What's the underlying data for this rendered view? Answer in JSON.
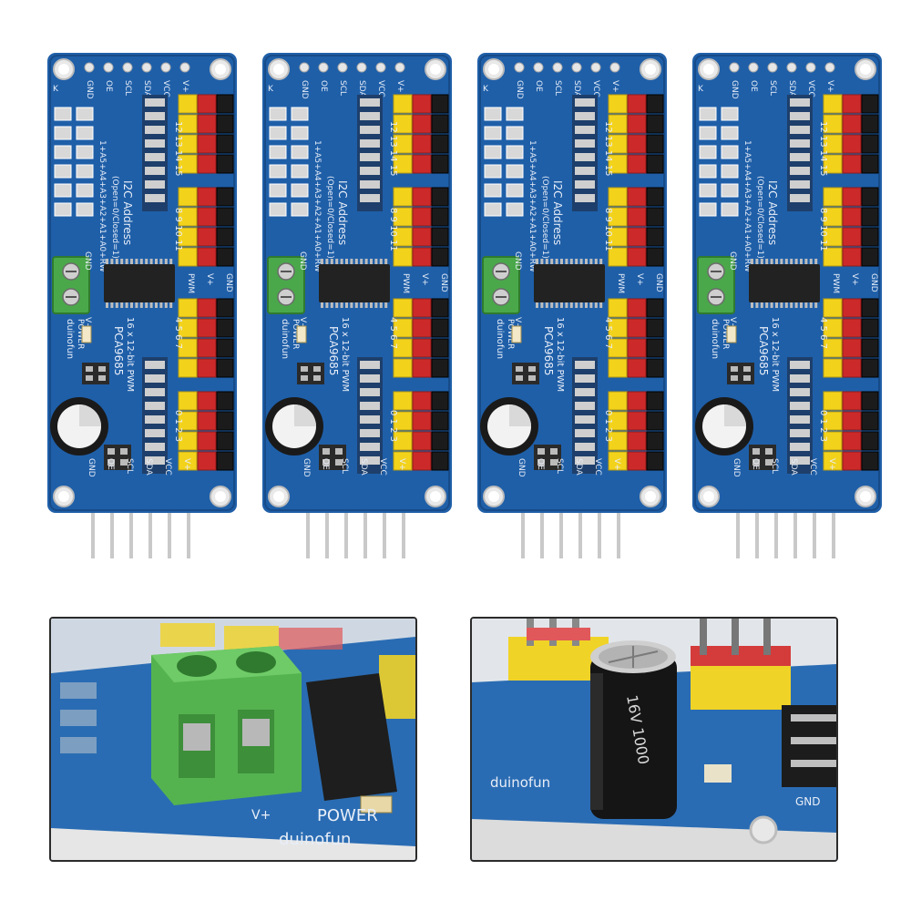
{
  "board": {
    "top_pins": [
      "GND",
      "OE",
      "SCL",
      "SDA",
      "VCC",
      "V+"
    ],
    "bottom_pins": [
      "GND",
      "OE",
      "SCL",
      "SDA",
      "VCC",
      "V+"
    ],
    "chip_label": "PCA9685",
    "subtitle": "16 x 12-bit PWM",
    "address_title": "I2C Address",
    "address_sub": "(Open=0/Closed=1)",
    "address_bits": "1+A5+A4+A3+A2+A1+A0+RW",
    "brand": "duinofun",
    "power_label": "POWER",
    "terminal_gnd": "GND",
    "terminal_vplus": "V+",
    "channels_top": "12 13 14 15",
    "channels_mid": "8 9 10 11",
    "channels_low": "4 5 6 7",
    "channels_bottom": "0 1 2 3",
    "header_pwm": "PWM",
    "header_v": "V+",
    "header_gnd": "GND",
    "corner_k": "K"
  },
  "closeup_left": {
    "power_label": "POWER",
    "brand": "duinofun",
    "vplus": "V+"
  },
  "closeup_right": {
    "capacitor_text": "16V   1000",
    "brand": "duinofun",
    "gnd": "GND"
  },
  "colors": {
    "pcb": "#1f5fa8",
    "pcb_dark": "#174b88",
    "header_yellow": "#f3d21c",
    "header_red": "#cc2a2a",
    "header_black": "#1b1b1b",
    "terminal_green": "#4aa84a",
    "pin_silver": "#c9c9c9"
  }
}
